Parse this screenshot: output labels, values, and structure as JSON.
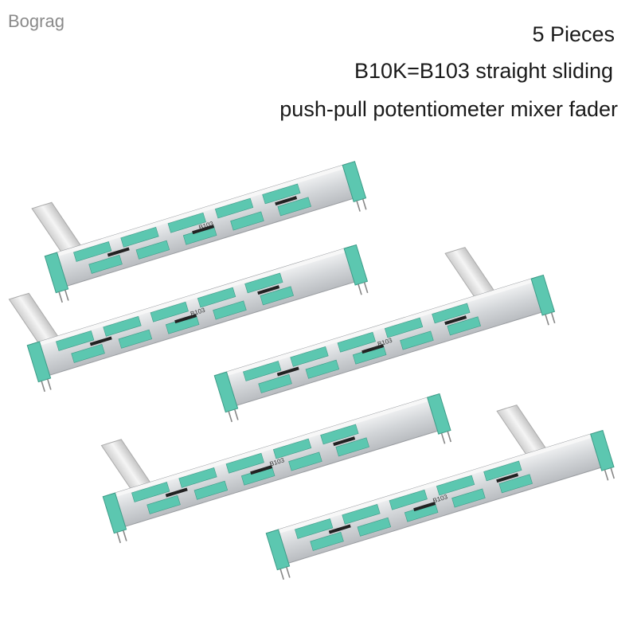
{
  "brand": "Bograg",
  "headline": {
    "line1": "5 Pieces",
    "line2": "B10K=B103 straight sliding",
    "line3": "push-pull potentiometer mixer fader"
  },
  "product": {
    "count": 5,
    "marking": "B103",
    "colors": {
      "pad": "#5cc7b0",
      "body": "#d7dadd",
      "slot": "#222222",
      "lever": "#e4e4e4"
    }
  }
}
